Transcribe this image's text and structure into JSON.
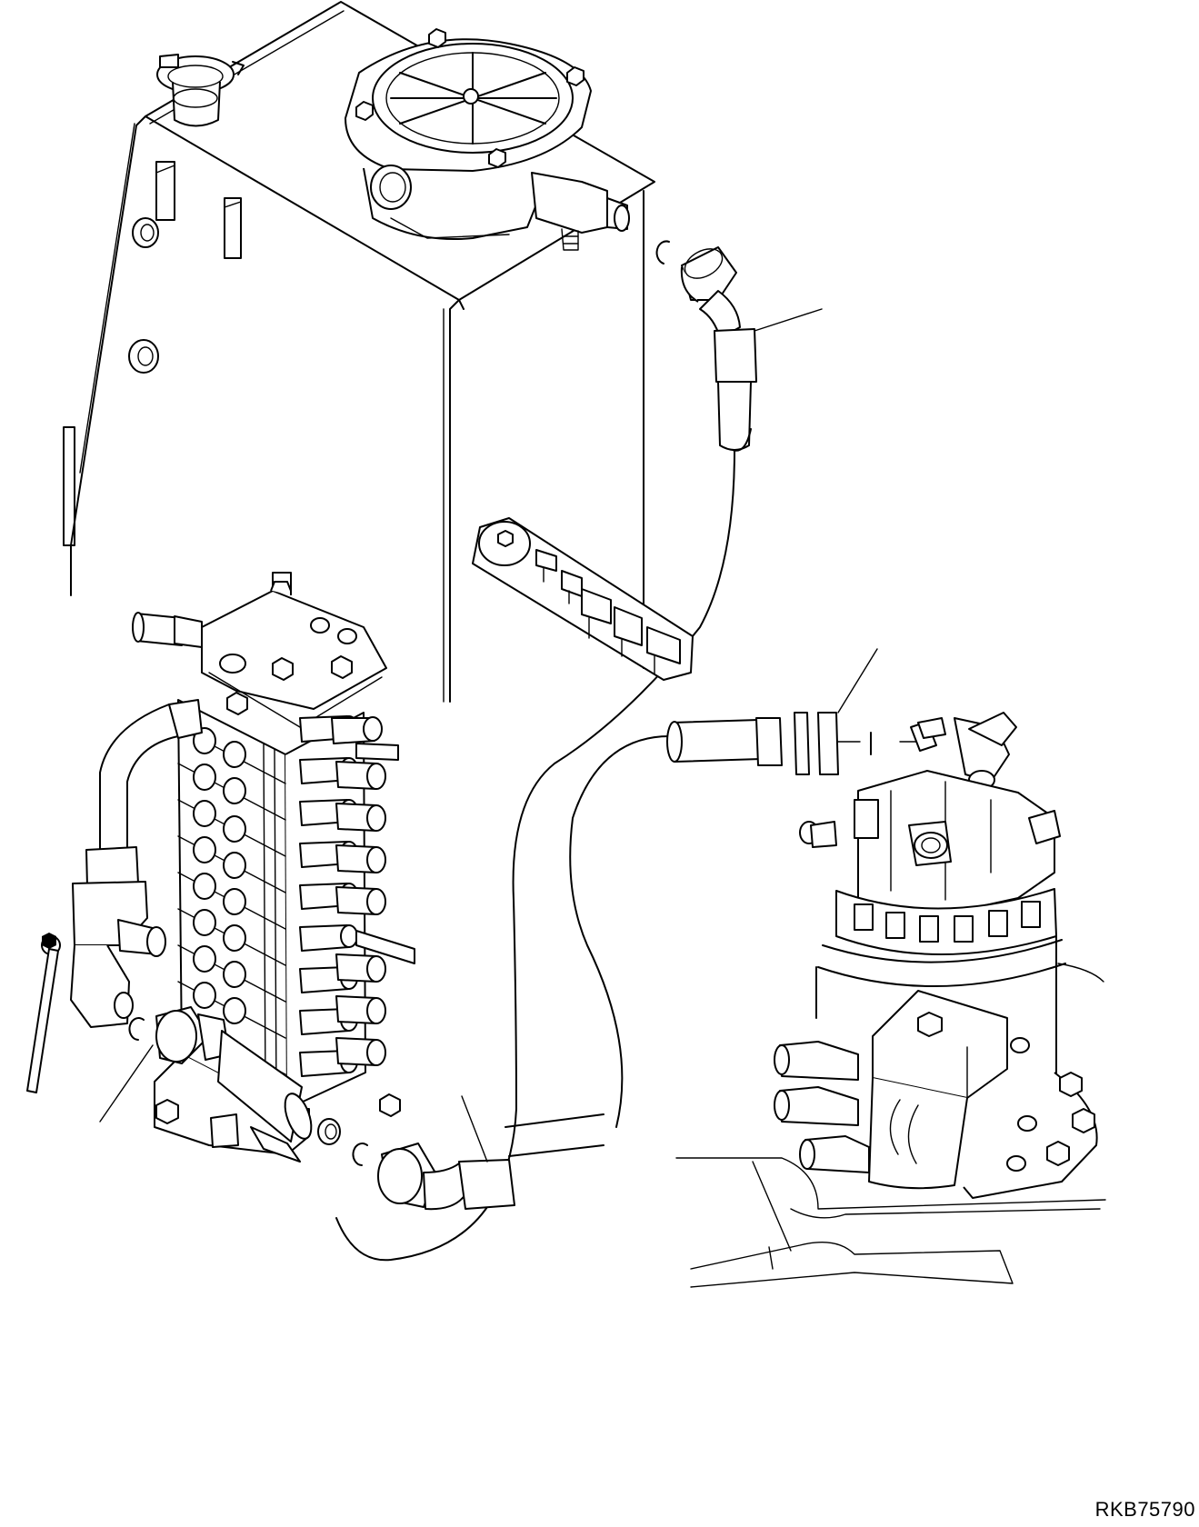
{
  "drawing": {
    "reference_code": "RKB75790"
  },
  "components": [
    {
      "id": "hydraulic-tank",
      "icon": "hydraulic-tank-icon"
    },
    {
      "id": "return-filter",
      "icon": "filter-housing-icon"
    },
    {
      "id": "control-valve",
      "icon": "control-valve-icon"
    },
    {
      "id": "swing-motor",
      "icon": "swing-motor-icon"
    },
    {
      "id": "hose",
      "icon": "hose-icon"
    },
    {
      "id": "o-rings",
      "icon": "o-ring-icon"
    },
    {
      "id": "ball-valve",
      "icon": "ball-valve-icon"
    }
  ]
}
